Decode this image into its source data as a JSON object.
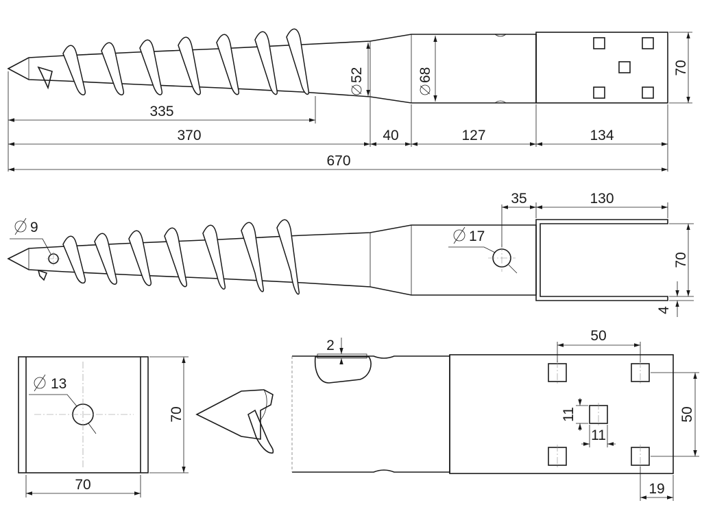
{
  "view_top": {
    "dims": {
      "thread_len": "335",
      "screw_len": "370",
      "taper_len": "40",
      "tube_len": "127",
      "head_len": "134",
      "total_len": "670",
      "head_width": "70",
      "small_dia": "52",
      "tube_dia": "68"
    }
  },
  "view_side": {
    "dims": {
      "hole_offset": "35",
      "bracket_len": "130",
      "bracket_height": "70",
      "wall_thickness": "4",
      "tip_hole_dia": "9",
      "bolt_hole_dia": "17"
    }
  },
  "view_end": {
    "dims": {
      "plate_width": "70",
      "plate_height": "70",
      "center_hole_dia": "13"
    }
  },
  "view_detail": {
    "dims": {
      "slot_depth": "2",
      "hole_spacing_x": "50",
      "hole_spacing_y": "50",
      "square_w": "11",
      "square_h": "11",
      "edge_offset": "19"
    }
  },
  "symbols": {
    "diameter_icon": "diameter-symbol"
  },
  "colors": {
    "line": "#1a1a1a",
    "centerline": "#8a8a8a",
    "background": "#ffffff"
  }
}
